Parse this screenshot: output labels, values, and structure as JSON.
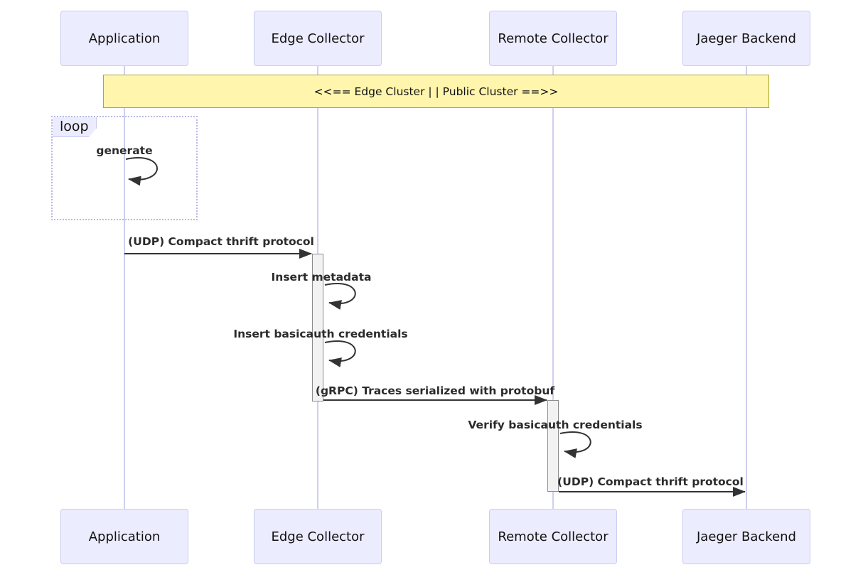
{
  "diagram": {
    "kind": "sequence-diagram",
    "actors": [
      {
        "name": "Application"
      },
      {
        "name": "Edge Collector"
      },
      {
        "name": "Remote Collector"
      },
      {
        "name": "Jaeger Backend"
      }
    ],
    "note": {
      "text": "<<== Edge Cluster | | Public Cluster ==>>",
      "spans": [
        "Application",
        "Jaeger Backend"
      ]
    },
    "loop": {
      "label": "loop",
      "contains": [
        "generate"
      ]
    },
    "messages": [
      {
        "text": "generate",
        "type": "self",
        "from": "Application",
        "to": "Application"
      },
      {
        "text": "(UDP) Compact thrift protocol",
        "type": "solid-arrow",
        "from": "Application",
        "to": "Edge Collector"
      },
      {
        "text": "Insert metadata",
        "type": "self",
        "from": "Edge Collector",
        "to": "Edge Collector"
      },
      {
        "text": "Insert basicauth credentials",
        "type": "self",
        "from": "Edge Collector",
        "to": "Edge Collector"
      },
      {
        "text": "(gRPC) Traces serialized with protobuf",
        "type": "solid-arrow",
        "from": "Edge Collector",
        "to": "Remote Collector"
      },
      {
        "text": "Verify basicauth credentials",
        "type": "self",
        "from": "Remote Collector",
        "to": "Remote Collector"
      },
      {
        "text": "(UDP) Compact thrift protocol",
        "type": "solid-arrow",
        "from": "Remote Collector",
        "to": "Jaeger Backend"
      }
    ],
    "colors": {
      "actor_fill": "#ECECFF",
      "actor_border": "#ccccf2",
      "note_fill": "#fff5ad",
      "note_border": "#aaaa33",
      "lifeline": "#cfcfef",
      "loop_border": "#b9b9e8",
      "activation_fill": "#f2f2f2",
      "activation_border": "#8c8c8c",
      "arrow": "#333333"
    }
  }
}
